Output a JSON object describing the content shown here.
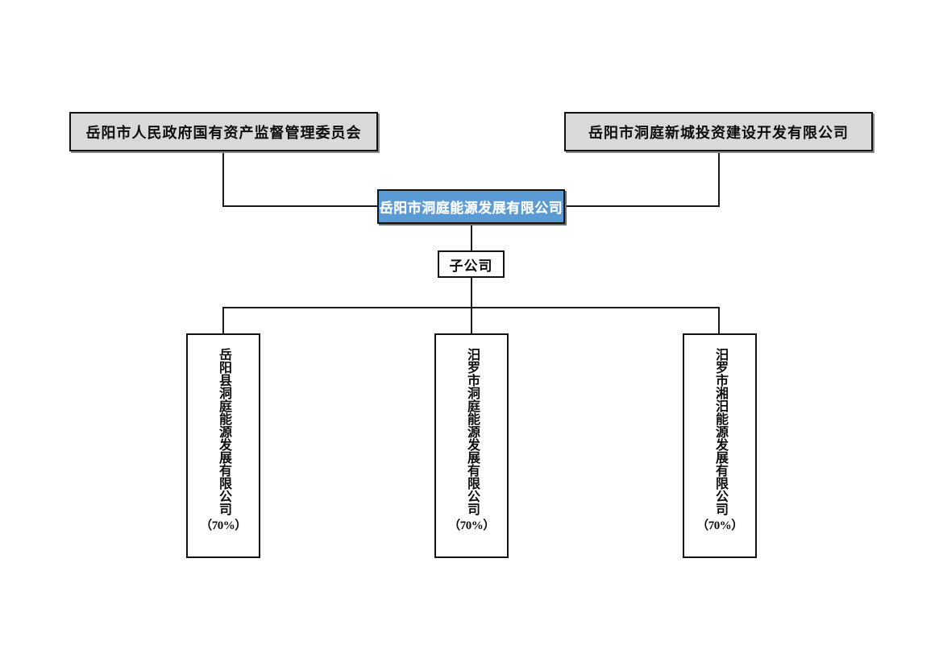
{
  "diagram": {
    "type": "organizational-chart",
    "title": "",
    "colors": {
      "government_fill": "#d9d9d9",
      "primary_fill": "#5b9bd5",
      "primary_text": "#ffffff",
      "border": "#121212",
      "line": "#1a1a1a",
      "background": "#ffffff"
    },
    "shareholders": [
      {
        "id": "sasac",
        "label": "岳阳市人民政府国有资产监督管理委员会"
      },
      {
        "id": "dongting-new-city",
        "label": "岳阳市洞庭新城投资建设开发有限公司"
      }
    ],
    "primary": {
      "id": "dongting-energy",
      "label": "岳阳市洞庭能源发展有限公司"
    },
    "group_label": {
      "id": "subsidiaries-group",
      "label": "子公司"
    },
    "subsidiaries": [
      {
        "id": "yueyang-county",
        "name": "岳阳县洞庭能源发展有限公司",
        "share": "（70%）"
      },
      {
        "id": "miluo-dongting",
        "name": "汨罗市洞庭能源发展有限公司",
        "share": "（70%）"
      },
      {
        "id": "miluo-xiangmi",
        "name": "汨罗市湘汨能源发展有限公司",
        "share": "（70%）"
      }
    ]
  }
}
